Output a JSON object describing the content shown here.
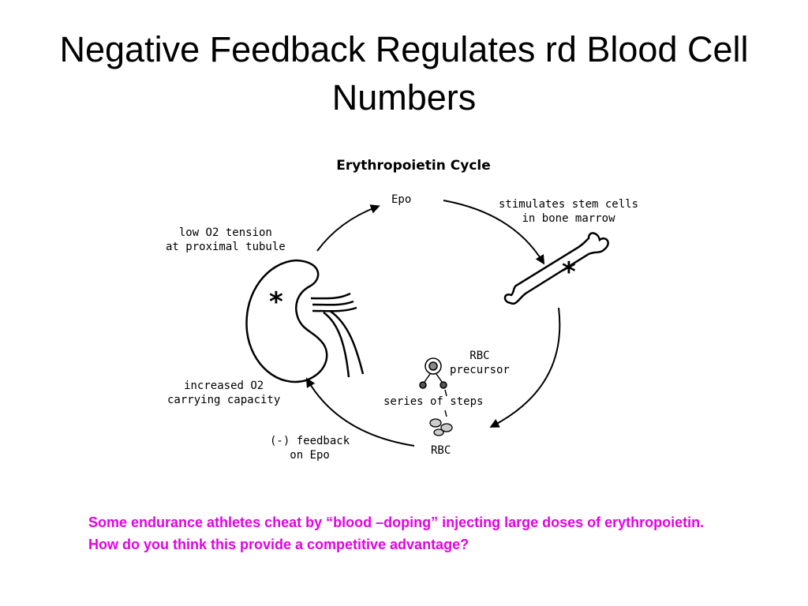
{
  "slide": {
    "title": "Negative Feedback Regulates rd Blood Cell Numbers",
    "question": "Some endurance athletes cheat by “blood –doping” injecting large doses of erythropoietin. How do you think this provide a competitive advantage?",
    "question_color": "#e600e6"
  },
  "diagram": {
    "title": "Erythropoietin Cycle",
    "labels": {
      "epo": "Epo",
      "stimulates": "stimulates stem cells\nin bone marrow",
      "low_o2": "low O2 tension\nat proximal tubule",
      "rbc_precursor": "RBC\nprecursor",
      "series_of_steps": "series of steps",
      "rbc": "RBC",
      "increased_o2": "increased O2\ncarrying capacity",
      "feedback": "(-) feedback\non Epo"
    },
    "icons": [
      "kidney-icon",
      "bone-icon",
      "rbc-precursor-cell-icon",
      "rbc-icon",
      "asterisk-icon"
    ]
  }
}
